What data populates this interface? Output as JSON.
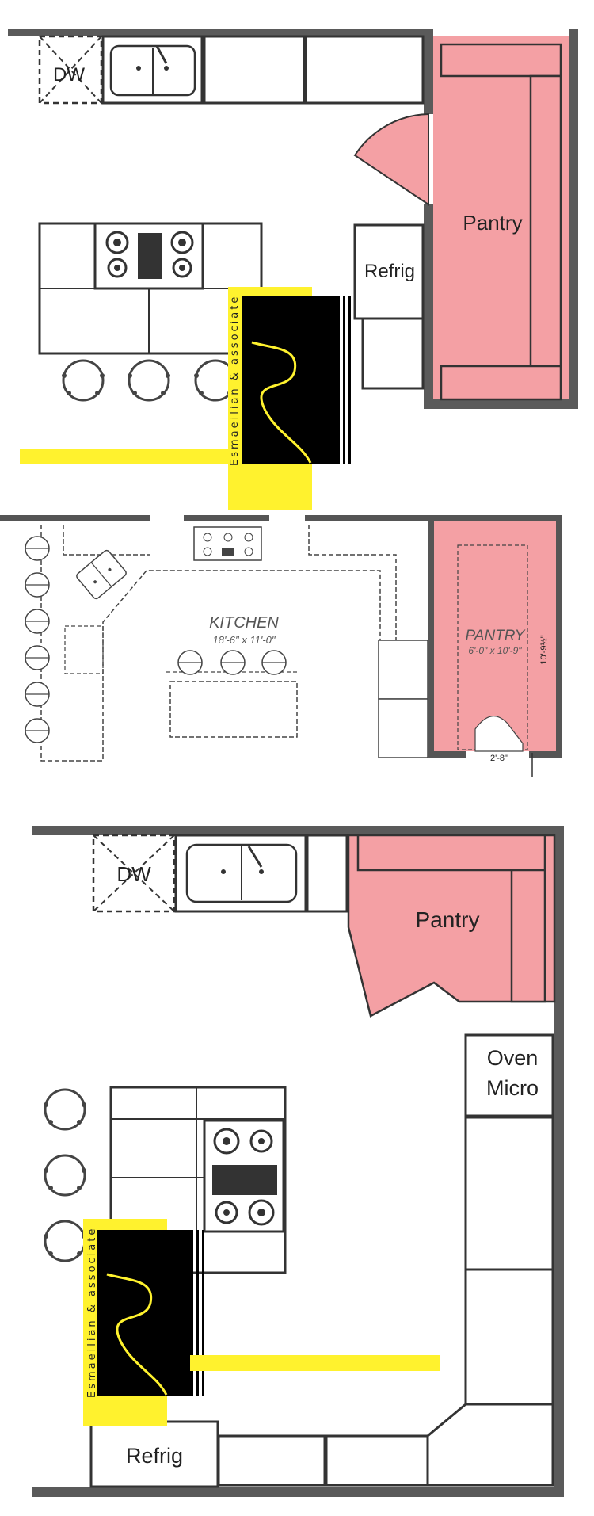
{
  "plan_1": {
    "dishwasher": "DW",
    "refrigerator": "Refrig",
    "pantry": "Pantry"
  },
  "plan_2": {
    "kitchen_title": "KITCHEN",
    "kitchen_size": "18'-6\" x 11'-0\"",
    "pantry_title": "PANTRY",
    "pantry_size": "6'-0\" x 10'-9\"",
    "pantry_depth": "10'-9½\"",
    "door_width": "2'-8\""
  },
  "plan_3": {
    "dishwasher": "DW",
    "pantry": "Pantry",
    "oven": "Oven",
    "micro": "Micro",
    "refrigerator": "Refrig"
  },
  "watermark": {
    "text": "Esmaeilian & associate"
  },
  "colors": {
    "pantry_fill": "#f4a0a4",
    "wall": "#5a5a5a",
    "watermark_yellow": "#fff22e",
    "watermark_black": "#000000"
  }
}
